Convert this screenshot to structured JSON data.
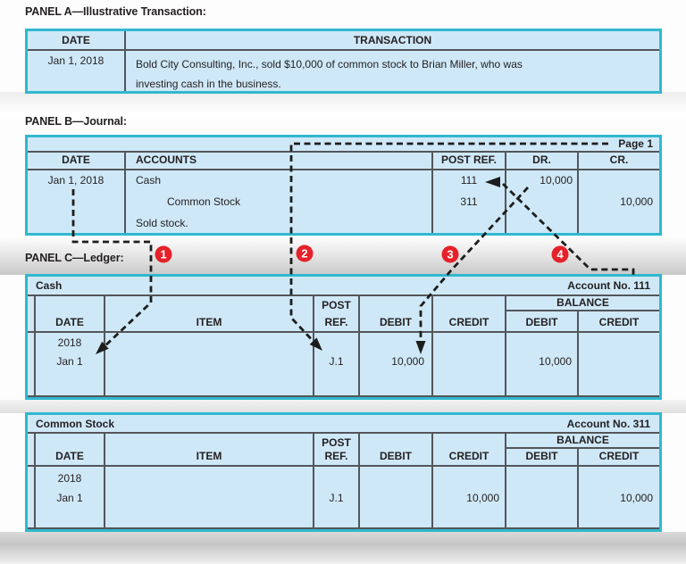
{
  "colors": {
    "table_border": "#30b8cf",
    "table_fill": "#cfe8f8",
    "grid_line": "#53565a",
    "step_badge": "#e62129"
  },
  "panel_a": {
    "label": "PANEL A—Illustrative Transaction:",
    "headers": {
      "date": "DATE",
      "transaction": "TRANSACTION"
    },
    "row": {
      "date": "Jan 1, 2018",
      "transaction_line1": "Bold City Consulting, Inc., sold $10,000 of common stock to Brian Miller, who was",
      "transaction_line2": "investing cash in the business."
    }
  },
  "panel_b": {
    "label": "PANEL B—Journal:",
    "page_label": "Page 1",
    "headers": {
      "date": "DATE",
      "accounts": "ACCOUNTS",
      "post_ref": "POST REF.",
      "dr": "DR.",
      "cr": "CR."
    },
    "rows": [
      {
        "date": "Jan 1, 2018",
        "account": "Cash",
        "post_ref": "111",
        "dr": "10,000",
        "cr": ""
      },
      {
        "date": "",
        "account": "Common Stock",
        "post_ref": "311",
        "dr": "",
        "cr": "10,000"
      },
      {
        "date": "",
        "account": "Sold stock.",
        "post_ref": "",
        "dr": "",
        "cr": ""
      }
    ]
  },
  "panel_c": {
    "label": "PANEL C—Ledger:",
    "headers": {
      "date": "DATE",
      "item": "ITEM",
      "post": "POST",
      "ref": "REF.",
      "debit": "DEBIT",
      "credit": "CREDIT",
      "balance": "BALANCE",
      "balance_debit": "DEBIT",
      "balance_credit": "CREDIT"
    },
    "ledgers": [
      {
        "title": "Cash",
        "account_no": "Account No. 111",
        "year": "2018",
        "date": "Jan 1",
        "post_ref": "J.1",
        "debit": "10,000",
        "credit": "",
        "balance_debit": "10,000",
        "balance_credit": ""
      },
      {
        "title": "Common Stock",
        "account_no": "Account No. 311",
        "year": "2018",
        "date": "Jan 1",
        "post_ref": "J.1",
        "debit": "",
        "credit": "10,000",
        "balance_debit": "",
        "balance_credit": "10,000"
      }
    ]
  },
  "steps": [
    "1",
    "2",
    "3",
    "4"
  ]
}
